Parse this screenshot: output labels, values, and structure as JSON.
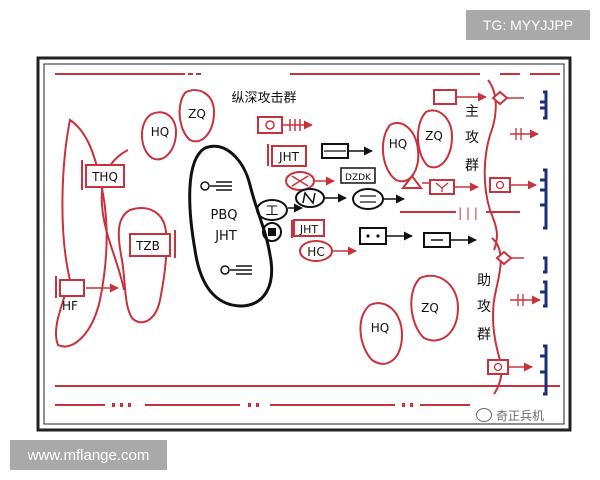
{
  "watermarks": {
    "top_right": "TG: MYYJJPP",
    "bottom_left": "www.mflange.com",
    "wechat_account": "奇正兵机"
  },
  "diagram": {
    "labels": {
      "deep_group": "纵深攻击群",
      "main_zhu": "主",
      "main_gong": "攻",
      "main_qun": "群",
      "aux_zhu": "助",
      "aux_gong": "攻",
      "aux_qun": "群",
      "hq_deep": "HQ",
      "zq_deep": "ZQ",
      "hq_main": "HQ",
      "zq_main": "ZQ",
      "hq_aux": "HQ",
      "zq_aux": "ZQ",
      "thq": "THQ",
      "tzb": "TZB",
      "hf": "HF",
      "pbq": "PBQ",
      "jht_center": "JHT",
      "jht_upper": "JHT",
      "jht_lower": "JHT",
      "dzdk": "DZDK",
      "hc": "HC",
      "gong_glyph": "工",
      "trench_marks": "| | |"
    },
    "colors": {
      "red": "#c8323c",
      "black": "#111111",
      "blue": "#1c2d7a",
      "frame": "#222222"
    }
  }
}
